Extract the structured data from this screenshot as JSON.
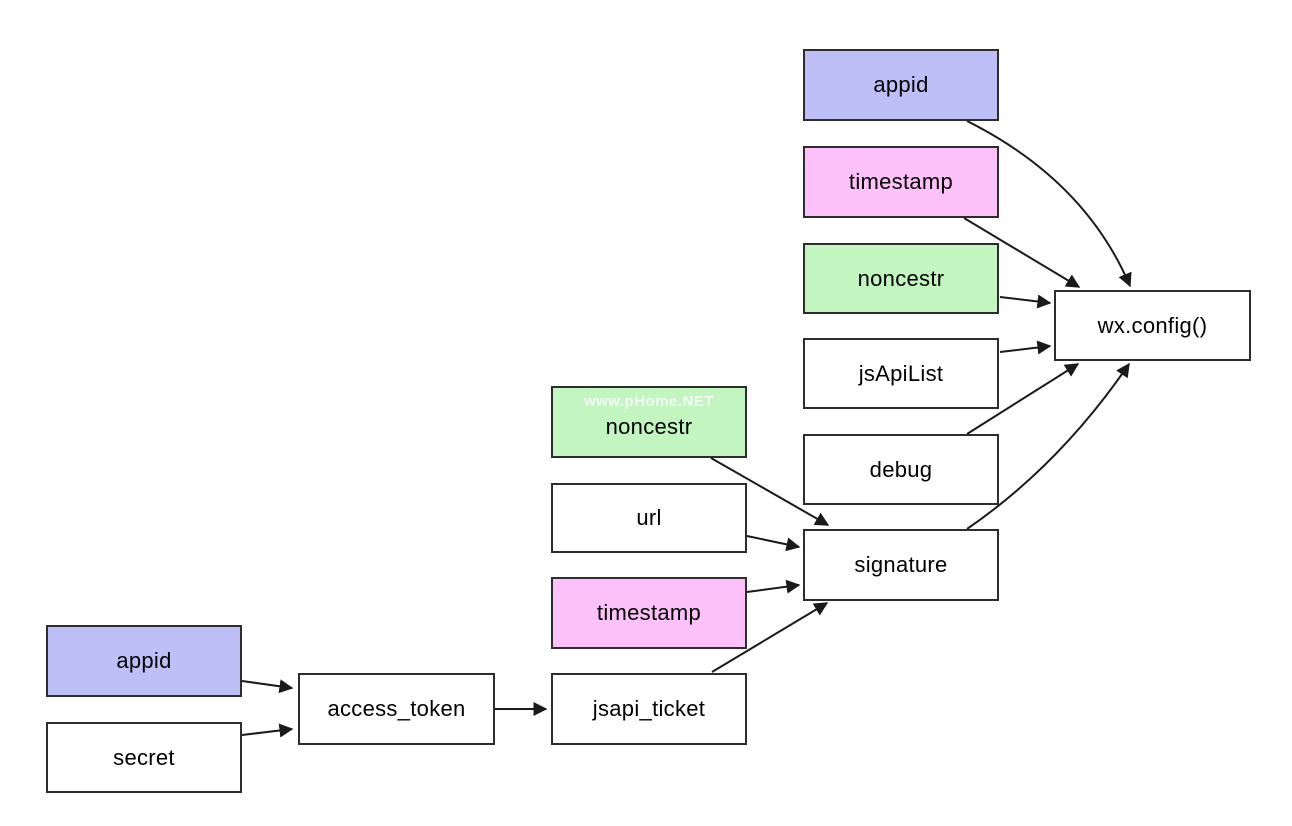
{
  "diagram": {
    "watermark": "www.pHome.NET",
    "colors": {
      "node_purple": "#bfbff7",
      "node_pink": "#fdc1fa",
      "node_green": "#c3f5c0",
      "node_white": "#ffffff",
      "border": "#2d2d2d",
      "arrow": "#1a1a1a",
      "background": "#ffffff"
    },
    "nodes": {
      "appid_top": {
        "label": "appid",
        "fill": "node_purple"
      },
      "timestamp_top": {
        "label": "timestamp",
        "fill": "node_pink"
      },
      "noncestr_top": {
        "label": "noncestr",
        "fill": "node_green"
      },
      "jsapilist": {
        "label": "jsApiList",
        "fill": "node_white"
      },
      "debug": {
        "label": "debug",
        "fill": "node_white"
      },
      "wx_config": {
        "label": "wx.config()",
        "fill": "node_white"
      },
      "noncestr_mid": {
        "label": "noncestr",
        "fill": "node_green"
      },
      "url": {
        "label": "url",
        "fill": "node_white"
      },
      "timestamp_mid": {
        "label": "timestamp",
        "fill": "node_pink"
      },
      "jsapi_ticket": {
        "label": "jsapi_ticket",
        "fill": "node_white"
      },
      "signature": {
        "label": "signature",
        "fill": "node_white"
      },
      "appid_bottom": {
        "label": "appid",
        "fill": "node_purple"
      },
      "secret": {
        "label": "secret",
        "fill": "node_white"
      },
      "access_token": {
        "label": "access_token",
        "fill": "node_white"
      }
    },
    "edges": [
      {
        "from": "appid_bottom",
        "to": "access_token"
      },
      {
        "from": "secret",
        "to": "access_token"
      },
      {
        "from": "access_token",
        "to": "jsapi_ticket"
      },
      {
        "from": "jsapi_ticket",
        "to": "signature"
      },
      {
        "from": "timestamp_mid",
        "to": "signature"
      },
      {
        "from": "url",
        "to": "signature"
      },
      {
        "from": "noncestr_mid",
        "to": "signature"
      },
      {
        "from": "signature",
        "to": "wx_config"
      },
      {
        "from": "debug",
        "to": "wx_config"
      },
      {
        "from": "jsapilist",
        "to": "wx_config"
      },
      {
        "from": "noncestr_top",
        "to": "wx_config"
      },
      {
        "from": "timestamp_top",
        "to": "wx_config"
      },
      {
        "from": "appid_top",
        "to": "wx_config"
      }
    ]
  }
}
